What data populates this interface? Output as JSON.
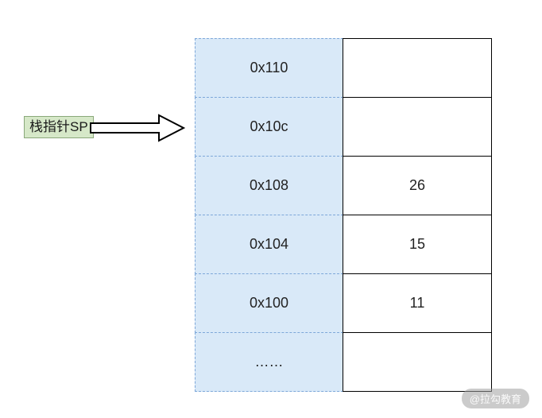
{
  "pointer": {
    "label": "栈指针SP"
  },
  "table": {
    "rows": [
      {
        "address": "0x110",
        "value": ""
      },
      {
        "address": "0x10c",
        "value": ""
      },
      {
        "address": "0x108",
        "value": "26"
      },
      {
        "address": "0x104",
        "value": "15"
      },
      {
        "address": "0x100",
        "value": "11"
      },
      {
        "address": "……",
        "value": ""
      }
    ]
  },
  "watermark": "@拉勾教育",
  "colors": {
    "address_bg": "#d9e9f8",
    "address_border": "#7da7d9",
    "pointer_bg": "#d6e8c8",
    "value_border": "#000000"
  }
}
